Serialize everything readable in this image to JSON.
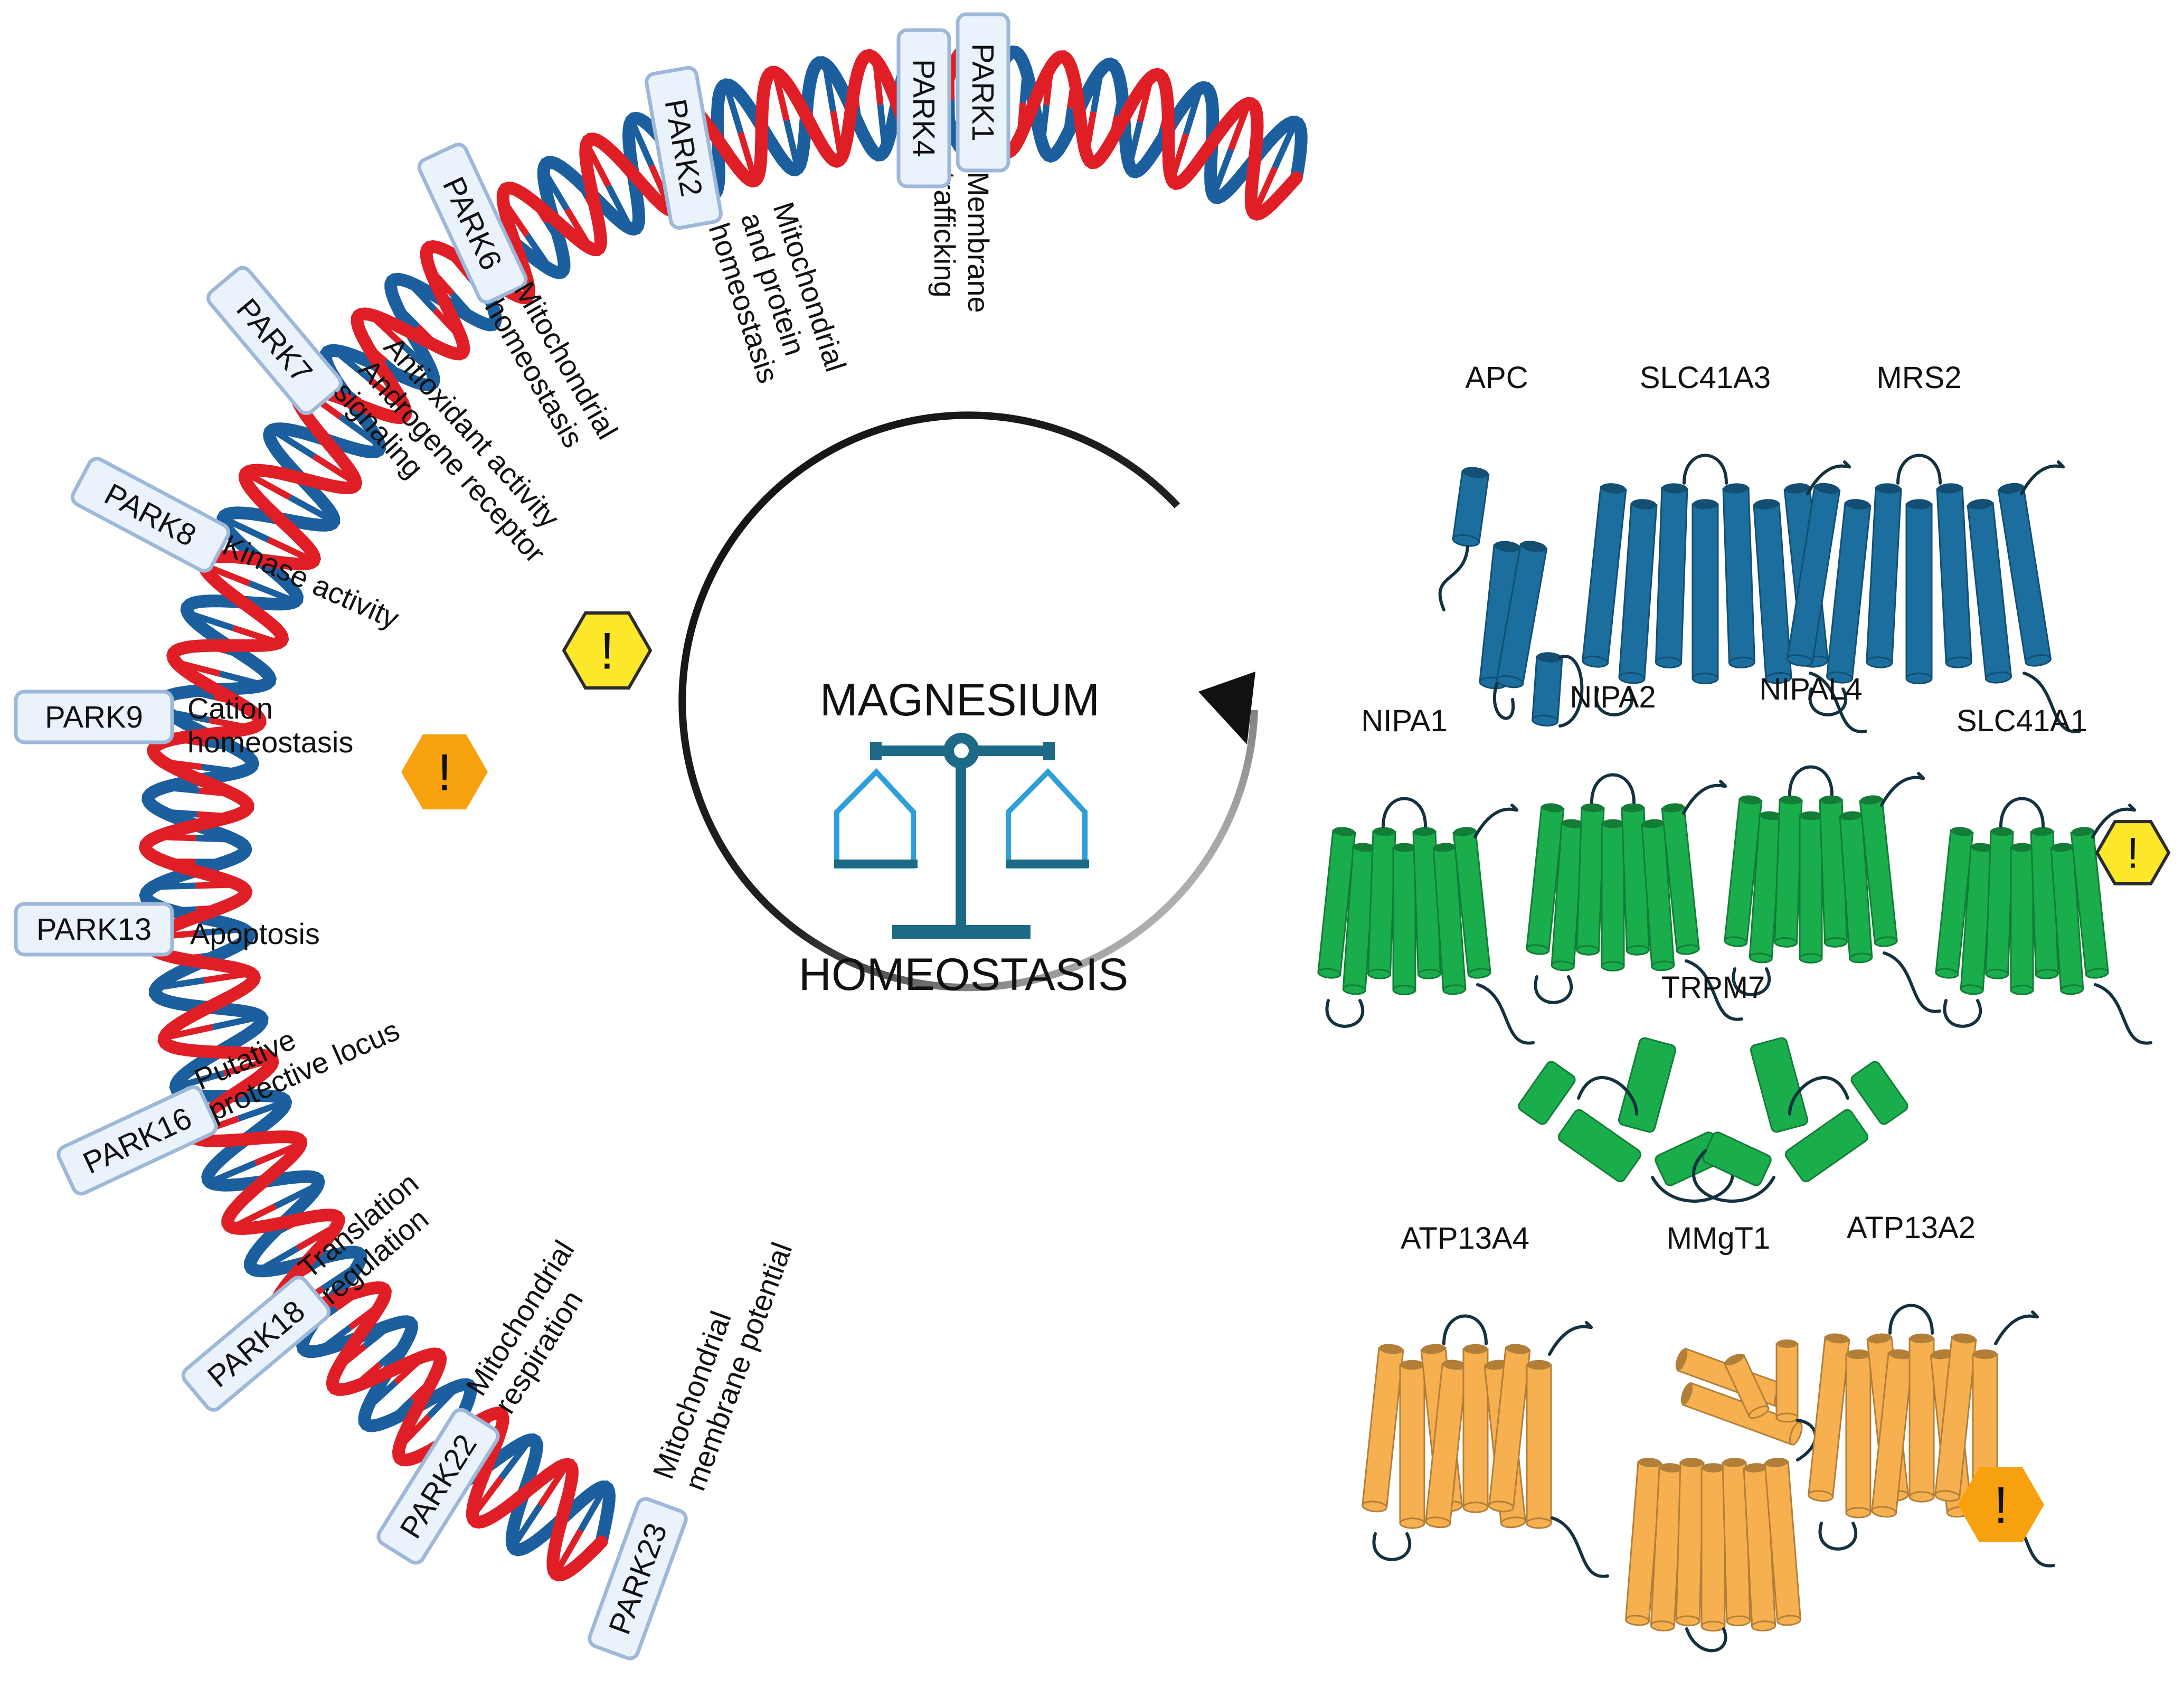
{
  "center": {
    "title_top": "MAGNESIUM",
    "title_bottom": "HOMEOSTASIS",
    "icon": "balance-scale-icon"
  },
  "colors": {
    "dna_red": "#e01e26",
    "dna_blue": "#1c5f9e",
    "gene_box_fill": "#eaf2fb",
    "gene_box_stroke": "#9db8d8",
    "blue_protein": "#1b6e9e",
    "green_protein": "#1aad4c",
    "orange_protein": "#f7b04f",
    "warning_yellow": "#fde72a",
    "warning_orange": "#f8a10e"
  },
  "genes": [
    {
      "name": "PARK1",
      "function": [
        "Membrane",
        "trafficking"
      ],
      "warning": null
    },
    {
      "name": "PARK4",
      "function": [],
      "warning": null
    },
    {
      "name": "PARK2",
      "function": [
        "Mitochondrial",
        "and protein",
        "homeostasis"
      ],
      "warning": null
    },
    {
      "name": "PARK6",
      "function": [
        "Mitochondrial",
        "homeostasis"
      ],
      "warning": null
    },
    {
      "name": "PARK7",
      "function": [
        "Antioxidant activity",
        "Androgene receptor",
        "signaling"
      ],
      "warning": "yellow"
    },
    {
      "name": "PARK8",
      "function": [
        "Kinase activity"
      ],
      "warning": null
    },
    {
      "name": "PARK9",
      "function": [
        "Cation",
        "homeostasis"
      ],
      "warning": "orange"
    },
    {
      "name": "PARK13",
      "function": [
        "Apoptosis"
      ],
      "warning": null
    },
    {
      "name": "PARK16",
      "function": [
        "Putative",
        "protective locus"
      ],
      "warning": "yellow"
    },
    {
      "name": "PARK18",
      "function": [
        "Translation",
        "regulation"
      ],
      "warning": null
    },
    {
      "name": "PARK22",
      "function": [
        "Mitochondrial",
        "respiration"
      ],
      "warning": null
    },
    {
      "name": "PARK23",
      "function": [
        "Mitochondrial",
        "membrane potential"
      ],
      "warning": null
    }
  ],
  "proteins": [
    {
      "name": "APC",
      "group": "blue",
      "warning": null
    },
    {
      "name": "SLC41A3",
      "group": "blue",
      "warning": null
    },
    {
      "name": "MRS2",
      "group": "blue",
      "warning": null
    },
    {
      "name": "NIPA1",
      "group": "green",
      "warning": null
    },
    {
      "name": "NIPA2",
      "group": "green",
      "warning": null
    },
    {
      "name": "NIPAL4",
      "group": "green",
      "warning": null
    },
    {
      "name": "SLC41A1",
      "group": "green",
      "warning": "yellow"
    },
    {
      "name": "TRPM7",
      "group": "green",
      "warning": null
    },
    {
      "name": "ATP13A4",
      "group": "orange",
      "warning": null
    },
    {
      "name": "MMgT1",
      "group": "orange",
      "warning": null
    },
    {
      "name": "ATP13A2",
      "group": "orange",
      "warning": "orange"
    }
  ],
  "warning_symbol": "!"
}
